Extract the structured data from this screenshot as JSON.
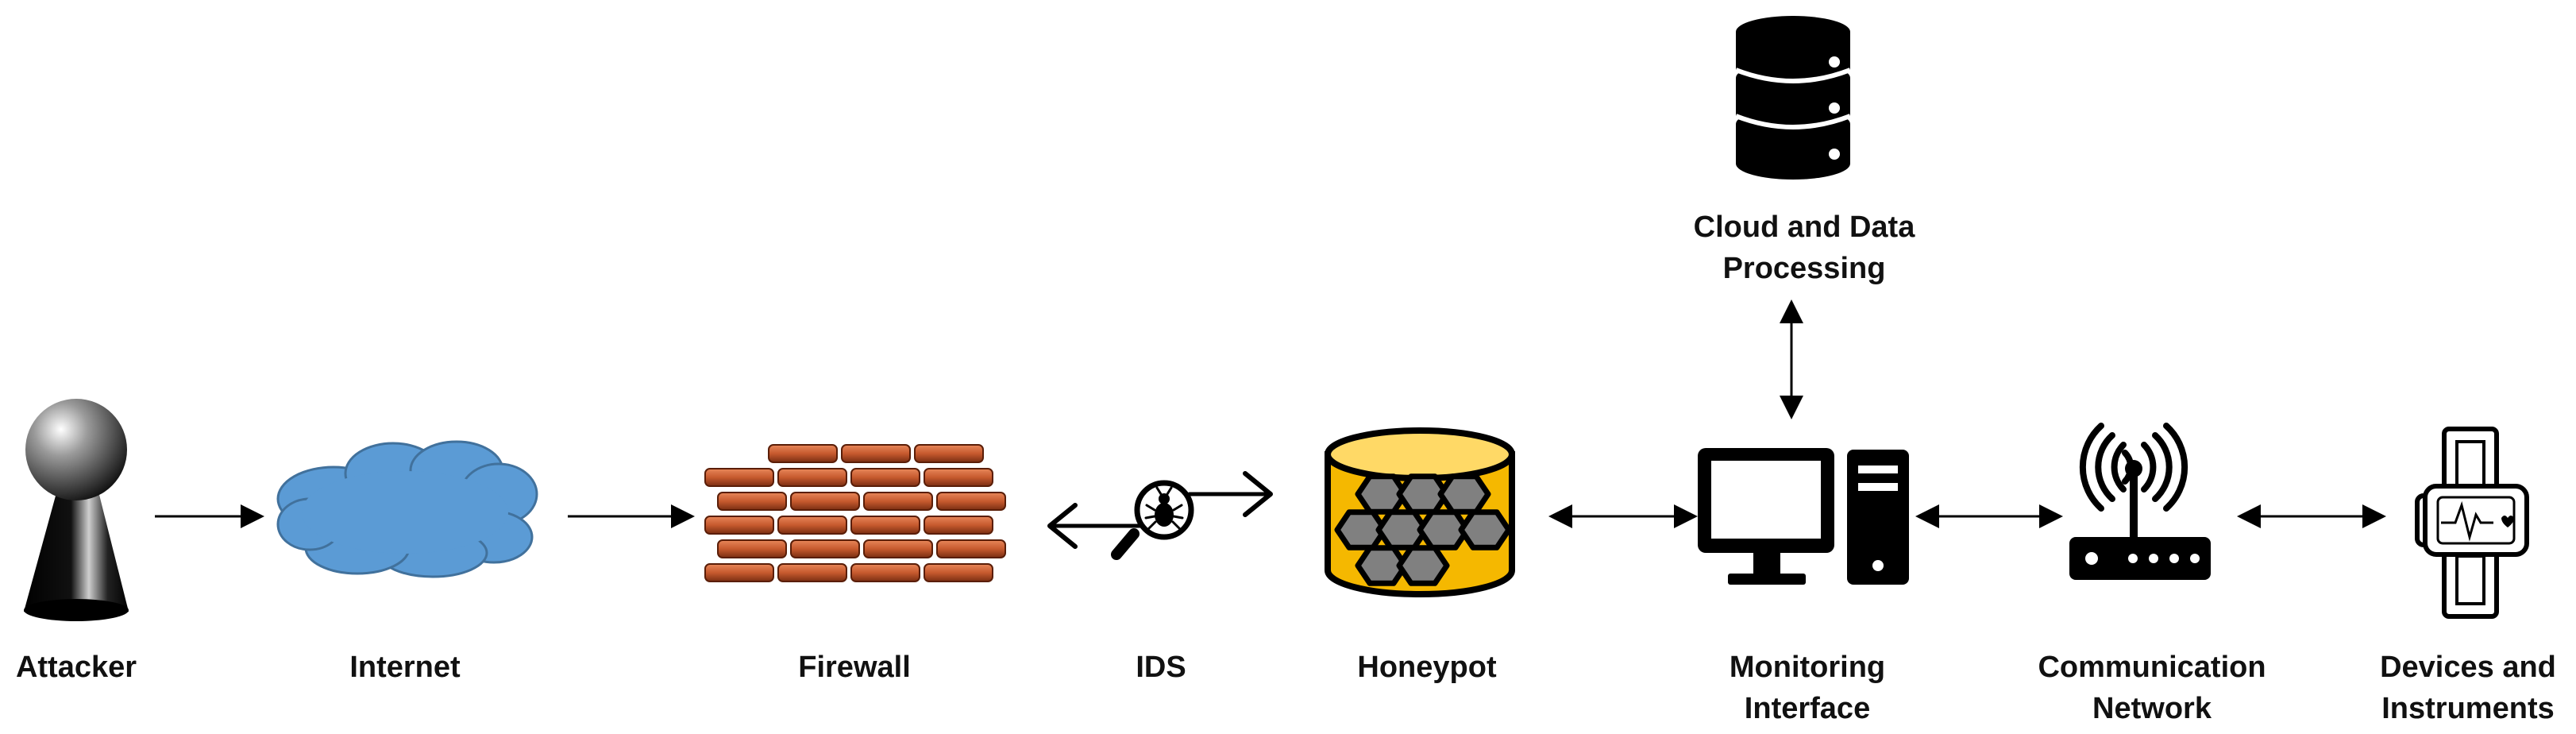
{
  "nodes": {
    "attacker": {
      "label": "Attacker",
      "icon": "attacker-pawn-icon"
    },
    "internet": {
      "label": "Internet",
      "icon": "cloud-icon",
      "color": "#5b9bd5"
    },
    "firewall": {
      "label": "Firewall",
      "icon": "brick-wall-icon",
      "color": "#c65a2e"
    },
    "ids": {
      "label": "IDS",
      "icon": "magnifier-bug-icon"
    },
    "honeypot": {
      "label": "Honeypot",
      "icon": "honeypot-icon",
      "color": "#f5b800"
    },
    "cloud_data": {
      "label_line1": "Cloud and Data",
      "label_line2": "Processing",
      "icon": "database-icon"
    },
    "monitoring": {
      "label_line1": "Monitoring",
      "label_line2": "Interface",
      "icon": "computer-icon"
    },
    "communication": {
      "label_line1": "Communication",
      "label_line2": "Network",
      "icon": "wireless-router-icon"
    },
    "devices": {
      "label_line1": "Devices and",
      "label_line2": "Instruments",
      "icon": "wearable-device-icon"
    }
  },
  "connections": [
    {
      "from": "attacker",
      "to": "internet",
      "direction": "forward"
    },
    {
      "from": "internet",
      "to": "firewall",
      "direction": "forward"
    },
    {
      "from": "firewall",
      "to": "ids",
      "direction": "both"
    },
    {
      "from": "ids",
      "to": "honeypot",
      "direction": "both"
    },
    {
      "from": "honeypot",
      "to": "monitoring",
      "direction": "both"
    },
    {
      "from": "monitoring",
      "to": "cloud_data",
      "direction": "both"
    },
    {
      "from": "monitoring",
      "to": "communication",
      "direction": "both"
    },
    {
      "from": "communication",
      "to": "devices",
      "direction": "both"
    }
  ]
}
